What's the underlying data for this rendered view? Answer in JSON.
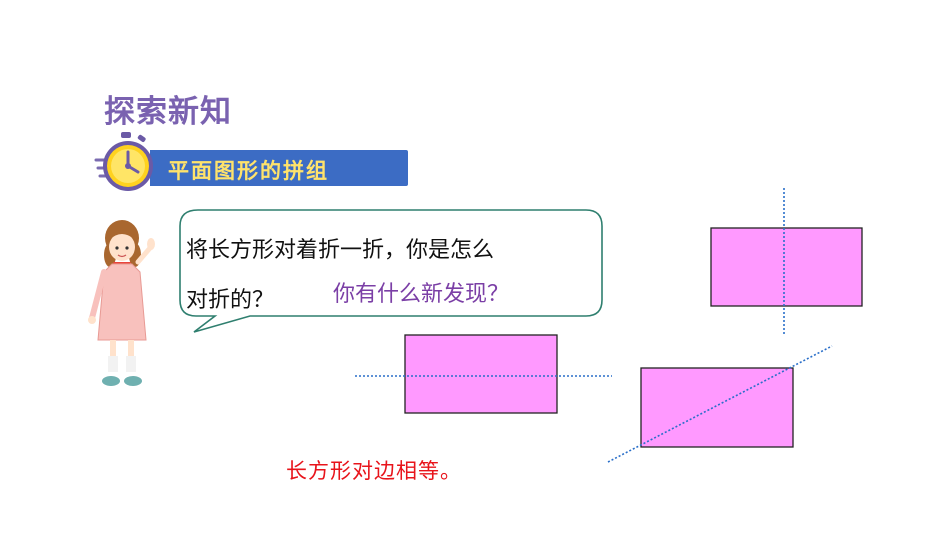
{
  "section_title": "探索新知",
  "banner": {
    "label": "平面图形的拼组"
  },
  "speech": {
    "line1": "将长方形对着折一折，你是怎么",
    "line2": "对折的？",
    "question": "你有什么新发现？"
  },
  "conclusion": "长方形对边相等。",
  "colors": {
    "title": "#7a62b0",
    "banner": "#3c6cc4",
    "banner_text": "#ffe36b",
    "rectangle_fill": "#ff99ff",
    "fold_line": "#2a6fc9",
    "conclusion": "#e8141b",
    "question": "#7b3fa6"
  },
  "icons": [
    "stopwatch-icon",
    "girl-illustration"
  ]
}
